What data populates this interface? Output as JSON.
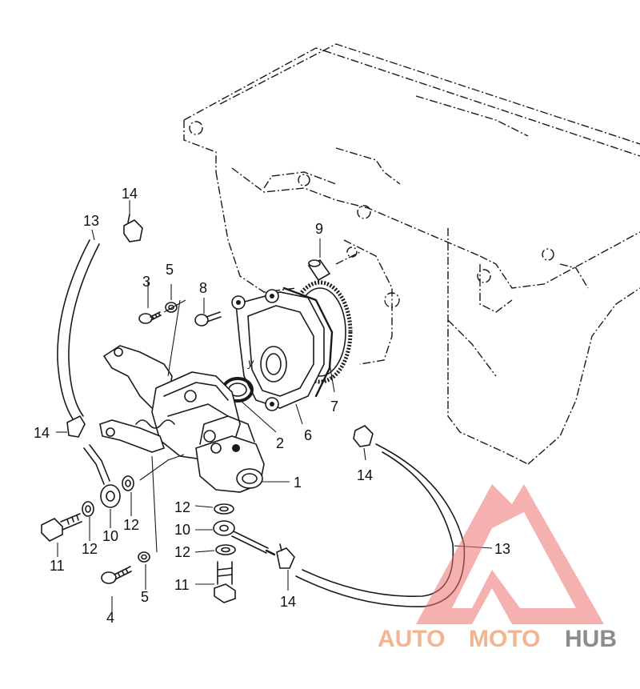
{
  "callouts": {
    "c1": "1",
    "c2": "2",
    "c3": "3",
    "c4": "4",
    "c5a": "5",
    "c5b": "5",
    "c6": "6",
    "c7": "7",
    "c8": "8",
    "c9": "9",
    "c10a": "10",
    "c10b": "10",
    "c11a": "11",
    "c11b": "11",
    "c12a": "12",
    "c12b": "12",
    "c12c": "12",
    "c12d": "12",
    "c13a": "13",
    "c13b": "13",
    "c14a": "14",
    "c14b": "14",
    "c14c": "14",
    "c14d": "14"
  },
  "markings": {
    "y_mark": "y"
  },
  "watermark": {
    "part1": "AUTO",
    "part2": "MOTO",
    "part3": "HUB",
    "color_auto": "#f2b591",
    "color_moto": "#f2b591",
    "color_hub": "#8c8c8c",
    "logo_color": "#ec6f6f"
  }
}
